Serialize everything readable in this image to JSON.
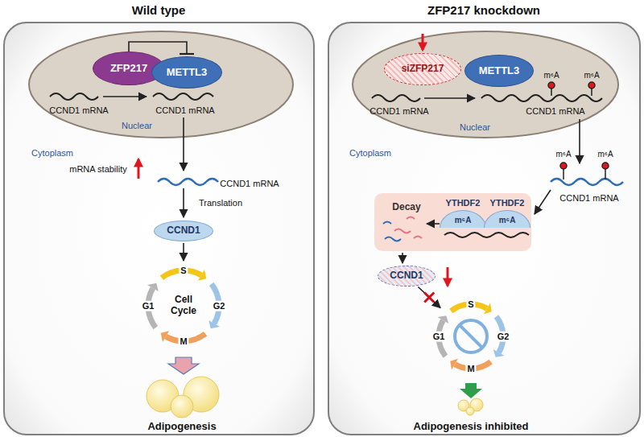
{
  "diagram": {
    "nodes": [
      {
        "text": [
          "Wild type",
          "Cytoplasm"
        ]
      },
      {
        "text": [
          "Nuclear"
        ],
        "in": 0
      },
      {
        "text": [
          "ZFP217"
        ],
        "in": 1
      },
      {
        "text": [
          "METTL3"
        ],
        "in": 1
      },
      {
        "text": [
          "CCND1"
        ],
        "in": 0
      },
      {
        "text": [
          "S",
          "G2",
          "M",
          "G1",
          "Cell Cycle"
        ],
        "in": 0
      },
      {
        "text": [
          "ZFP217 knockdown",
          "Cytoplasm"
        ]
      },
      {
        "text": [
          "Nuclear"
        ],
        "in": 6
      },
      {
        "text": [
          "siZFP217"
        ],
        "in": 7
      },
      {
        "text": [
          "METTL3"
        ],
        "in": 7
      },
      {
        "text": [
          "Decay"
        ],
        "in": 6
      },
      {
        "text": [
          "YTHDF2",
          "m⁶A"
        ],
        "in": 10
      },
      {
        "text": [
          "YTHDF2",
          "m⁶A"
        ],
        "in": 10
      },
      {
        "text": [
          "CCND1"
        ],
        "in": 6
      },
      {
        "text": [
          "S",
          "G2",
          "M",
          "G1"
        ],
        "in": 6
      }
    ],
    "edges": [
      {
        "from": 2,
        "to": 3,
        "arrow": "to"
      },
      {
        "from": 4,
        "to": 5,
        "arrow": "to"
      },
      {
        "from": 13,
        "to": 14,
        "arrow": "to"
      }
    ],
    "labels": [
      "CCND1 mRNA",
      "CCND1 mRNA",
      "mRNA stability",
      "CCND1 mRNA",
      "Translation",
      "Adipogenesis",
      "CCND1 mRNA",
      "m⁶A",
      "m⁶A",
      "CCND1 mRNA",
      "m⁶A",
      "m⁶A",
      "CCND1 mRNA",
      "Adipogenesis inhibited"
    ]
  }
}
